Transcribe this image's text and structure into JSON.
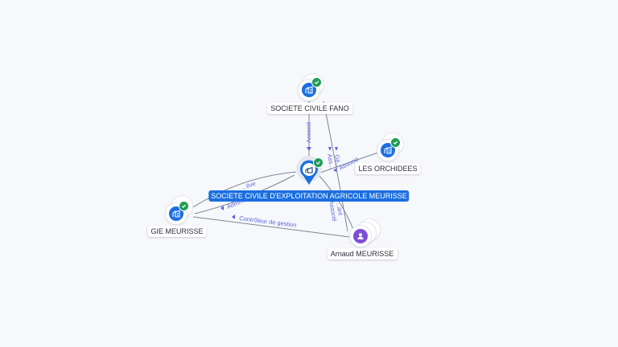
{
  "nodes": {
    "fano": {
      "label": "SOCIETE CIVILE FANO",
      "type": "company",
      "verified": true
    },
    "orchidees": {
      "label": "LES ORCHIDEES",
      "type": "company",
      "verified": true
    },
    "meurisse_scea": {
      "label": "SOCIETE CIVILE D'EXPLOITATION AGRICOLE MEURISSE",
      "type": "company",
      "verified": true,
      "selected": true
    },
    "gie": {
      "label": "GIE MEURISSE",
      "type": "company",
      "verified": true
    },
    "arnaud": {
      "label": "Arnaud MEURISSE",
      "type": "person",
      "verified": false
    }
  },
  "edges": {
    "fano_scea": "Associé",
    "scea_orchidees": "Associé",
    "fano_arnaud_a": "Gé...",
    "fano_arnaud_b": "Ass...",
    "scea_arnaud_a": "...ant",
    "scea_arnaud_b": "Associé",
    "gie_scea_a": "...tive",
    "gie_scea_b": "Administr...",
    "gie_arnaud": "Contrôleur de gestion"
  },
  "colors": {
    "company": "#1a6fe0",
    "person": "#7b4fd6",
    "verified": "#1f9d55",
    "edge_label": "#5a67d8",
    "edge": "#7d8596"
  },
  "icons": {
    "company": "building-icon",
    "person": "user-icon",
    "verified": "check-badge-icon",
    "selected": "map-pin-icon"
  }
}
